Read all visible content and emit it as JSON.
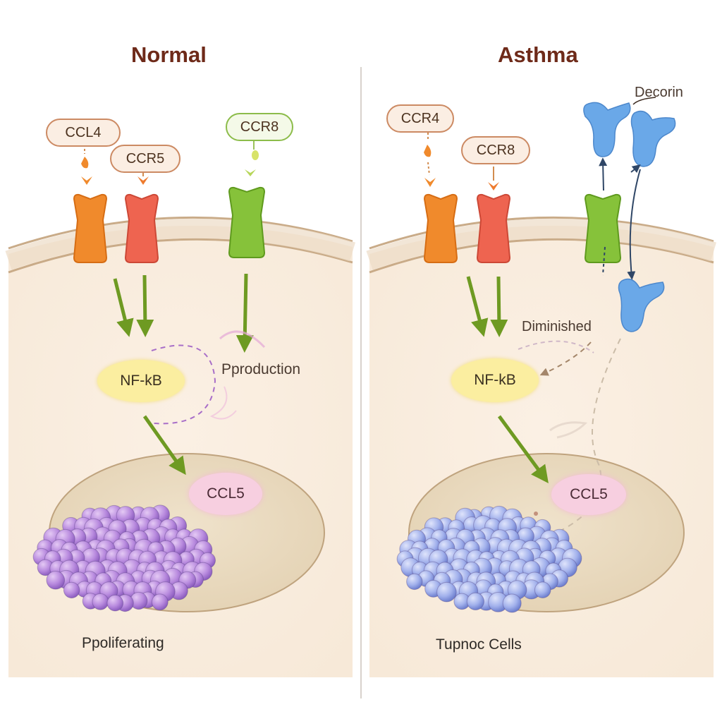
{
  "left_panel": {
    "title": "Normal",
    "labels": {
      "ccl4": "CCL4",
      "ccr5": "CCR5",
      "ccr8": "CCR8",
      "nfkb": "NF-kB",
      "production": "Pproduction",
      "ccl5": "CCL5",
      "caption": "Ppoliferating"
    },
    "receptor_colors": [
      "#f08a2c",
      "#ee6450",
      "#86c23a"
    ],
    "cell_cluster_color": "#b07ed8"
  },
  "right_panel": {
    "title": "Asthma",
    "labels": {
      "ccr4": "CCR4",
      "ccr8": "CCR8",
      "decorin": "Decorin",
      "diminished": "Diminished",
      "nfkb": "NF-kB",
      "ccl5": "CCL5",
      "caption": "Tupnoc Cells"
    },
    "receptor_colors": [
      "#f08a2c",
      "#ee6450",
      "#86c23a"
    ],
    "decorin_color": "#6aa8e8",
    "cell_cluster_color": "#8c9ee6"
  },
  "colors": {
    "membrane": "#e8d9c4",
    "cytoplasm": "#fbf1e6",
    "nucleus": "#eadbc0",
    "signal_arrow": "#6e9a22",
    "title": "#6e2a19"
  }
}
